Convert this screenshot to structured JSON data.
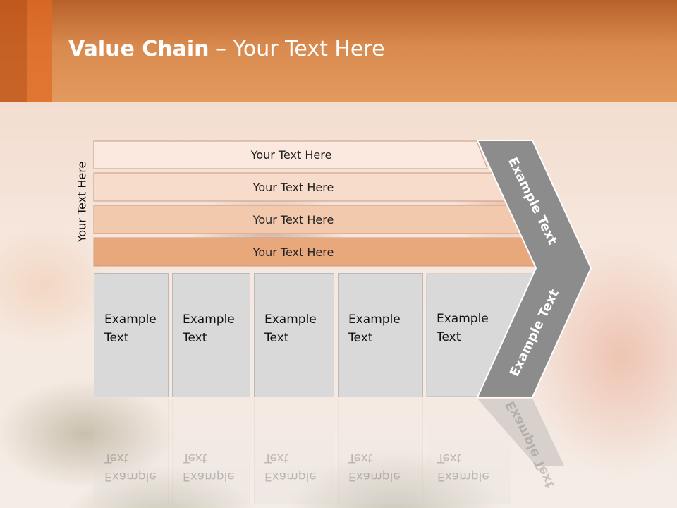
{
  "title_bold": "Value Chain",
  "title_rest": " – Your Text Here",
  "side_label": "Your Text Here",
  "bands": [
    "Your Text Here",
    "Your Text Here",
    "Your Text Here",
    "Your Text Here"
  ],
  "boxes": [
    "Example\nText",
    "Example\nText",
    "Example\nText",
    "Example\nText",
    "Example\nText"
  ],
  "chevron_upper_label": "Example Text",
  "chevron_lower_label": "Example Text",
  "colors": {
    "header": "#d98a4e",
    "band_1": "#fbe9df",
    "band_2": "#f7dbcb",
    "band_3": "#f3c9ae",
    "band_4": "#e9a77c",
    "box": "#d9d9d9",
    "chevron": "#8c8c8c"
  }
}
